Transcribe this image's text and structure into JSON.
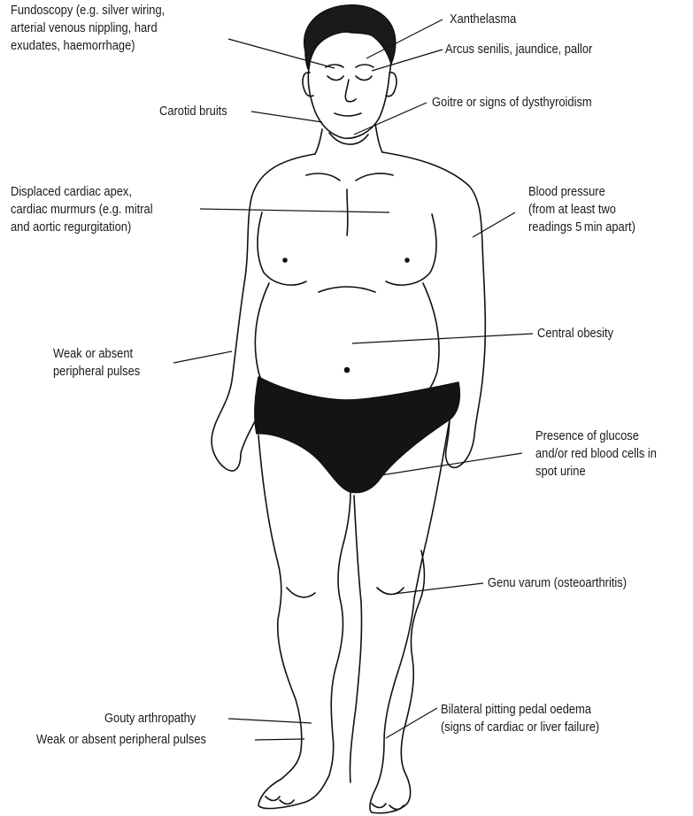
{
  "diagram": {
    "labels": [
      {
        "id": "fundoscopy",
        "lines": [
          "Fundoscopy (e.g. silver wiring,",
          "arterial venous nippling, hard",
          "exudates, haemorrhage)"
        ]
      },
      {
        "id": "xanthelasma",
        "lines": [
          "Xanthelasma"
        ]
      },
      {
        "id": "arcus",
        "lines": [
          "Arcus senilis, jaundice, pallor"
        ]
      },
      {
        "id": "carotid",
        "lines": [
          "Carotid bruits"
        ]
      },
      {
        "id": "goitre",
        "lines": [
          "Goitre or signs of dysthyroidism"
        ]
      },
      {
        "id": "cardiac",
        "lines": [
          "Displaced cardiac apex,",
          "cardiac murmurs (e.g. mitral",
          "and aortic regurgitation)"
        ]
      },
      {
        "id": "bp",
        "lines": [
          "Blood pressure",
          "(from at least two",
          "readings 5 min apart)"
        ]
      },
      {
        "id": "obesity",
        "lines": [
          "Central obesity"
        ]
      },
      {
        "id": "pulses_arm",
        "lines": [
          "Weak or absent",
          "peripheral pulses"
        ]
      },
      {
        "id": "urine",
        "lines": [
          "Presence of glucose",
          "and/or red blood cells in",
          "spot urine"
        ]
      },
      {
        "id": "genu",
        "lines": [
          "Genu varum (osteoarthritis)"
        ]
      },
      {
        "id": "pulses_leg",
        "lines": [
          "Weak or absent peripheral pulses"
        ]
      },
      {
        "id": "gout",
        "lines": [
          "Gouty arthropathy"
        ]
      },
      {
        "id": "oedema",
        "lines": [
          "Bilateral pitting pedal oedema",
          "(signs of cardiac or liver failure)"
        ]
      }
    ]
  }
}
